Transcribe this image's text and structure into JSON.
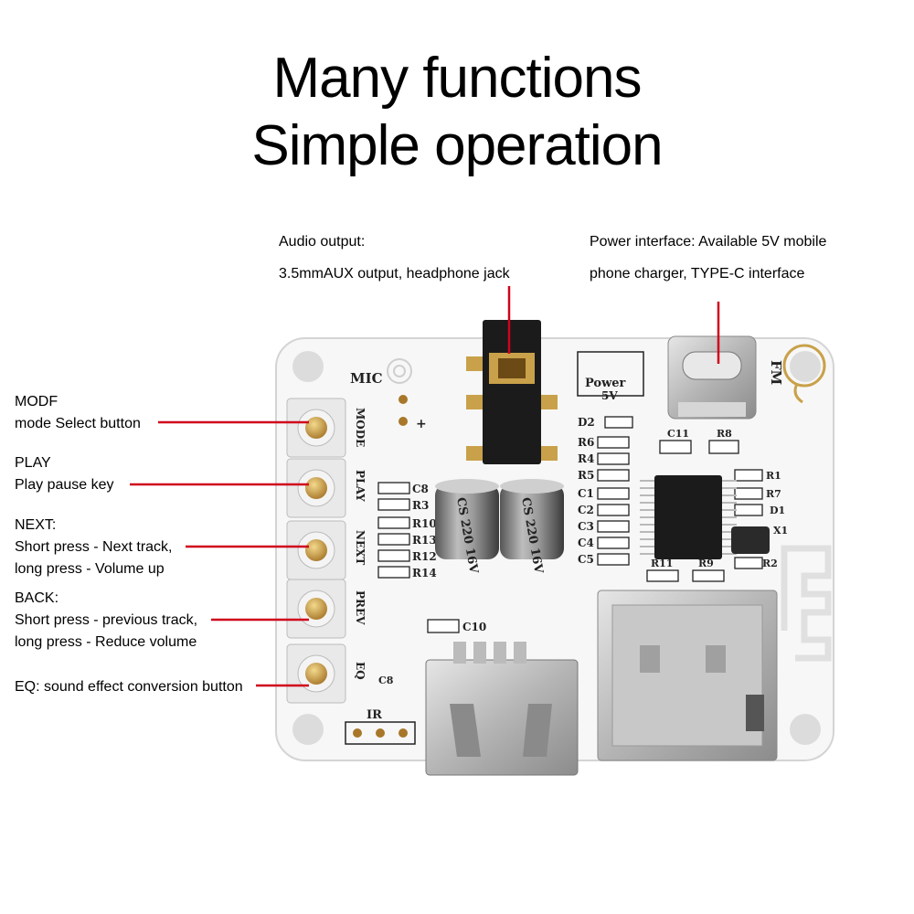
{
  "header": {
    "line1": "Many functions",
    "line2": "Simple operation"
  },
  "callouts": {
    "audio_title": "Audio output:",
    "audio_desc": "3.5mmAUX output, headphone jack",
    "power_title": "Power interface: Available 5V mobile",
    "power_desc": "phone charger, TYPE-C interface",
    "modf_title": "MODF",
    "modf_desc": "mode Select button",
    "play_title": "PLAY",
    "play_desc": "Play pause key",
    "next_title": "NEXT:",
    "next_desc1": "Short press - Next track,",
    "next_desc2": "long press - Volume up",
    "back_title": "BACK:",
    "back_desc1": "Short press - previous track,",
    "back_desc2": "long press - Reduce volume",
    "eq_desc": "EQ: sound effect conversion button"
  },
  "board_silkscreen": {
    "mic": "MIC",
    "fm": "FM",
    "power": "Power",
    "five_v": "5V",
    "ir": "IR",
    "btn_mode": "MODE",
    "btn_play": "PLAY",
    "btn_next": "NEXT",
    "btn_prev": "PREV",
    "btn_eq": "EQ",
    "cap_text": "CS 220 16V",
    "c8": "C8",
    "r3": "R3",
    "r10": "R10",
    "r13": "R13",
    "r12": "R12",
    "r14": "R14",
    "c10": "C10",
    "c8b": "C8",
    "d2": "D2",
    "r6": "R6",
    "r4": "R4",
    "r5": "R5",
    "c1": "C1",
    "c2": "C2",
    "c3": "C3",
    "c4": "C4",
    "c5": "C5",
    "c11": "C11",
    "r8": "R8",
    "r1": "R1",
    "r7": "R7",
    "d1": "D1",
    "x1": "X1",
    "r2": "R2",
    "r9": "R9",
    "r11": "R11"
  },
  "colors": {
    "callout_line": "#d0021b",
    "board": "#f7f7f7",
    "gold": "#c9a14a"
  }
}
